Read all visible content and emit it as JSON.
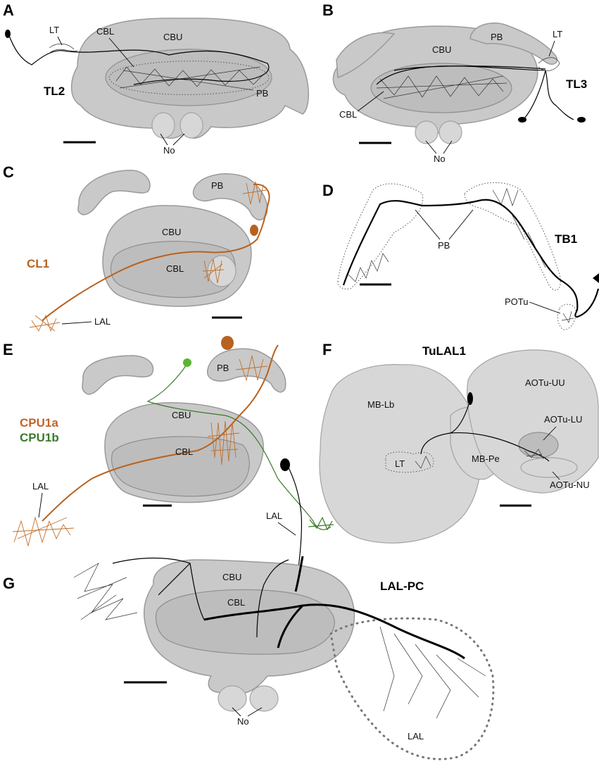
{
  "panels": {
    "A": {
      "letter": "A",
      "name": "TL2",
      "labels": {
        "lt": "LT",
        "cbl": "CBL",
        "cbu": "CBU",
        "pb": "PB",
        "no": "No"
      }
    },
    "B": {
      "letter": "B",
      "name": "TL3",
      "labels": {
        "lt": "LT",
        "cbl": "CBL",
        "cbu": "CBU",
        "pb": "PB",
        "no": "No"
      }
    },
    "C": {
      "letter": "C",
      "name": "CL1",
      "labels": {
        "pb": "PB",
        "cbu": "CBU",
        "cbl": "CBL",
        "lal": "LAL"
      }
    },
    "D": {
      "letter": "D",
      "name": "TB1",
      "labels": {
        "pb": "PB",
        "potu": "POTu"
      }
    },
    "E": {
      "letter": "E",
      "name_a": "CPU1a",
      "name_b": "CPU1b",
      "labels": {
        "pb": "PB",
        "cbu": "CBU",
        "cbl": "CBL",
        "lal_left": "LAL",
        "lal_right": "LAL"
      }
    },
    "F": {
      "letter": "F",
      "name": "TuLAL1",
      "labels": {
        "mblb": "MB-Lb",
        "lt": "LT",
        "mbpe": "MB-Pe",
        "aotu_uu": "AOTu-UU",
        "aotu_lu": "AOTu-LU",
        "aotu_nu": "AOTu-NU"
      }
    },
    "G": {
      "letter": "G",
      "name": "LAL-PC",
      "labels": {
        "cbu": "CBU",
        "cbl": "CBL",
        "no": "No",
        "lal": "LAL"
      }
    }
  },
  "colors": {
    "cl1": "#b8621f",
    "cpu1a": "#c0642a",
    "cpu1b": "#3a7a2a",
    "neuron": "#000000",
    "neuropil": "#c9c9c9"
  }
}
